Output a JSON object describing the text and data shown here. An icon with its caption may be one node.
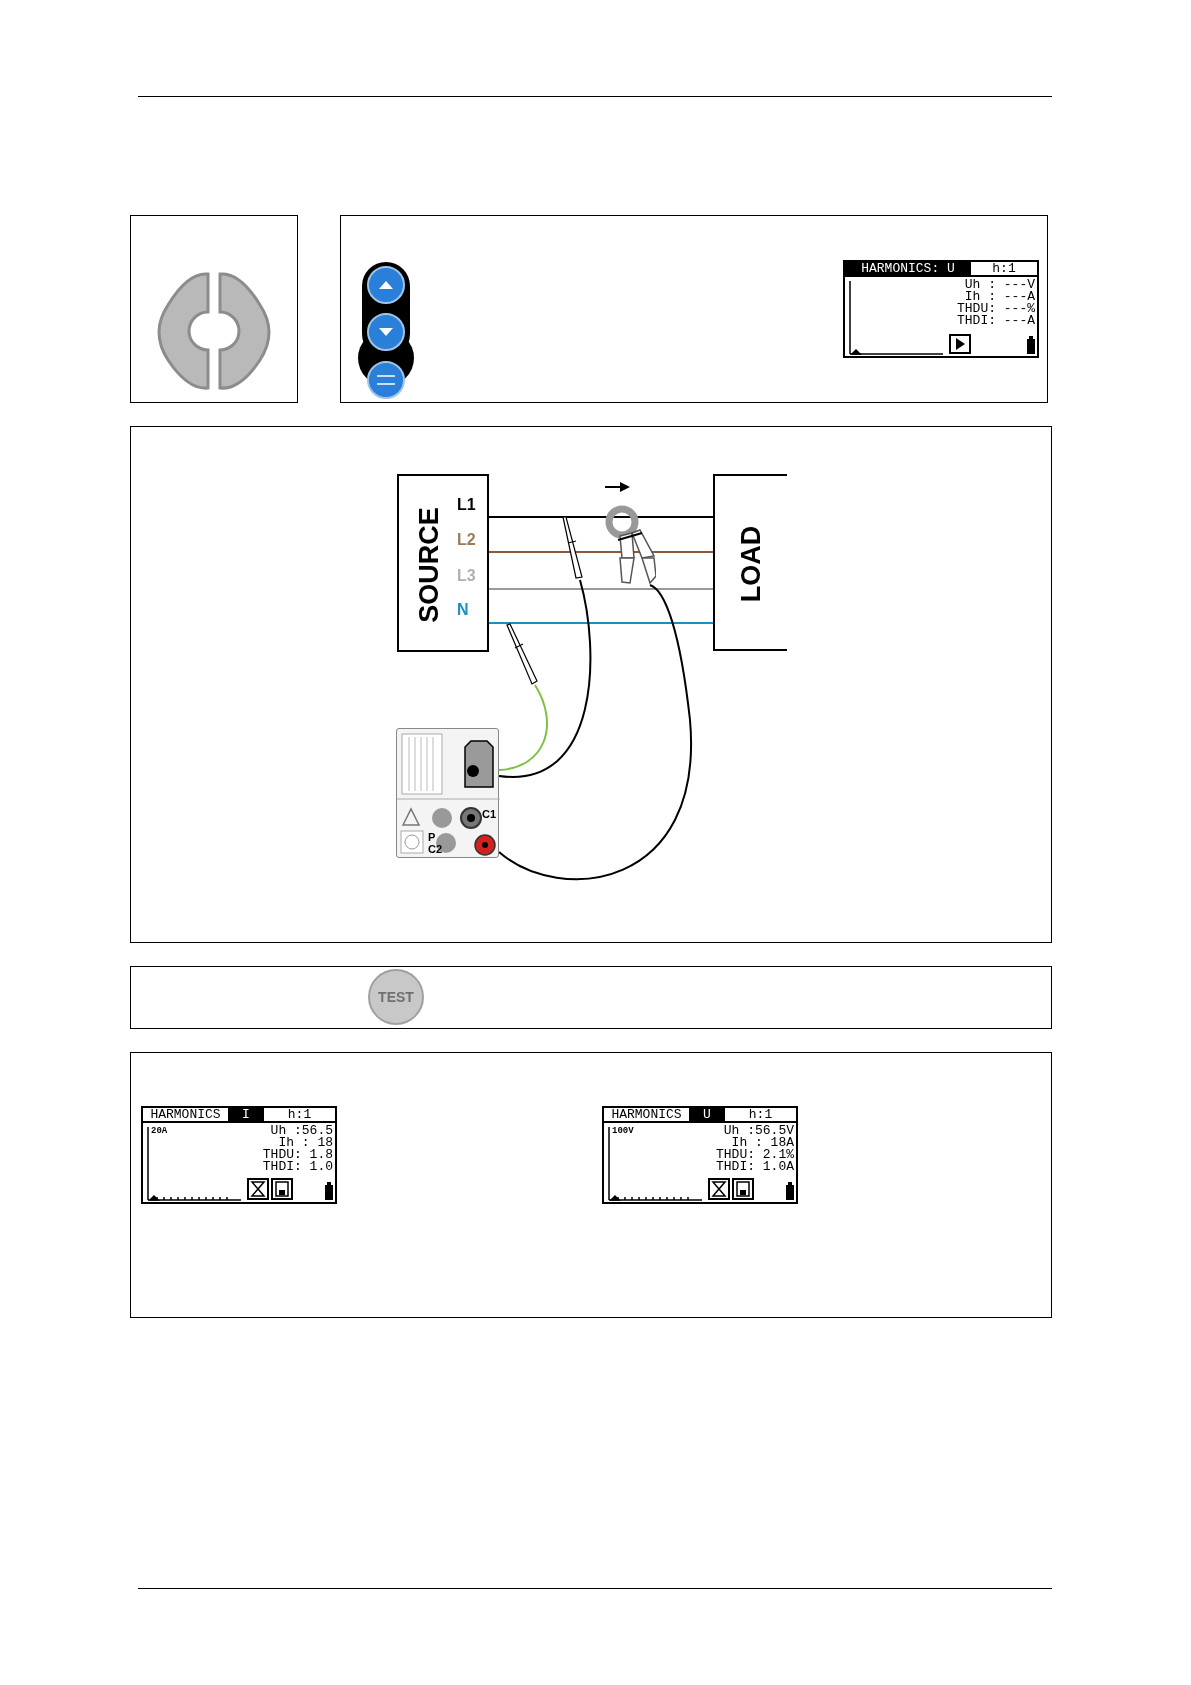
{
  "diagram": {
    "nodes": [
      {
        "text": [
          "SOURCE",
          "L1",
          "L2",
          "L3",
          "N"
        ]
      },
      {
        "text": [
          "LOAD"
        ]
      },
      {
        "text": [
          "C1",
          "P",
          "C2"
        ]
      },
      {
        "text": [],
        "shape": "picture"
      },
      {
        "text": [],
        "shape": "picture"
      },
      {
        "text": [],
        "shape": "picture"
      }
    ],
    "edges": [
      {
        "from": 0,
        "to": 1,
        "arrow": "none"
      },
      {
        "from": 0,
        "to": 1,
        "arrow": "none",
        "color": "#8b5a3c"
      },
      {
        "from": 0,
        "to": 1,
        "arrow": "none",
        "color": "#9a9a9a"
      },
      {
        "from": 0,
        "to": 1,
        "arrow": "none",
        "color": "#1b8fc0"
      },
      {
        "from": 2,
        "to": 3,
        "arrow": "none"
      },
      {
        "from": 2,
        "to": 4,
        "arrow": "none"
      },
      {
        "from": 2,
        "to": 5,
        "arrow": "none",
        "color": "#7cc242"
      }
    ],
    "labels": [
      "HARMONICS: U",
      "h:1",
      "Uh : ---V",
      "Ih : ---A",
      "THDU: ---%",
      "THDI: ---A",
      "TEST",
      "HARMONICS",
      "I",
      "h:1",
      "20A",
      "Uh :56.5",
      "Ih : 18",
      "THDU: 1.8",
      "THDI: 1.0",
      "HARMONICS",
      "U",
      "h:1",
      "100V",
      "Uh :56.5V",
      "Ih : 18A",
      "THDU: 2.1%",
      "THDI: 1.0A"
    ]
  }
}
